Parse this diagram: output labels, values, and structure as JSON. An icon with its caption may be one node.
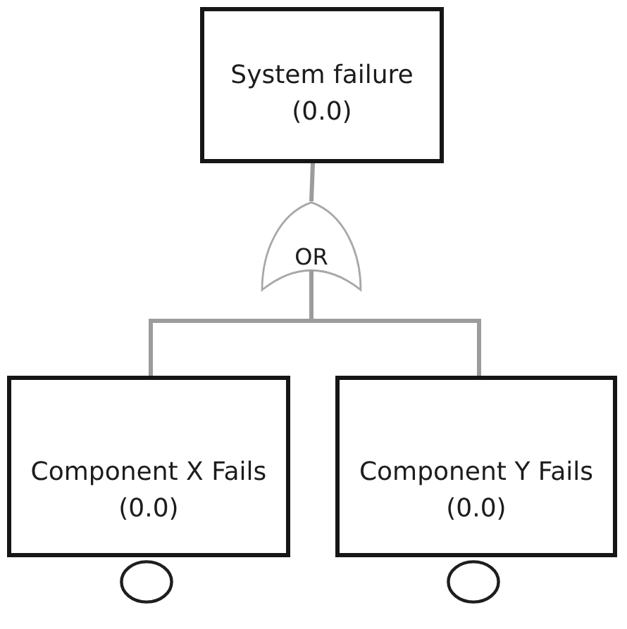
{
  "diagram": {
    "nodes": [
      {
        "text": [
          "System failure",
          "(0.0)"
        ]
      },
      {
        "text": [
          "OR"
        ]
      },
      {
        "text": [
          "Component X Fails",
          "(0.0)"
        ]
      },
      {
        "text": [
          "Component Y Fails",
          "(0.0)"
        ]
      },
      {
        "text": [],
        "shape": "circle"
      },
      {
        "text": [],
        "shape": "circle"
      }
    ],
    "edges": [
      {
        "from": 0,
        "to": 1,
        "arrow": "none"
      },
      {
        "from": 1,
        "to": 2,
        "arrow": "none"
      },
      {
        "from": 1,
        "to": 3,
        "arrow": "none"
      }
    ]
  }
}
